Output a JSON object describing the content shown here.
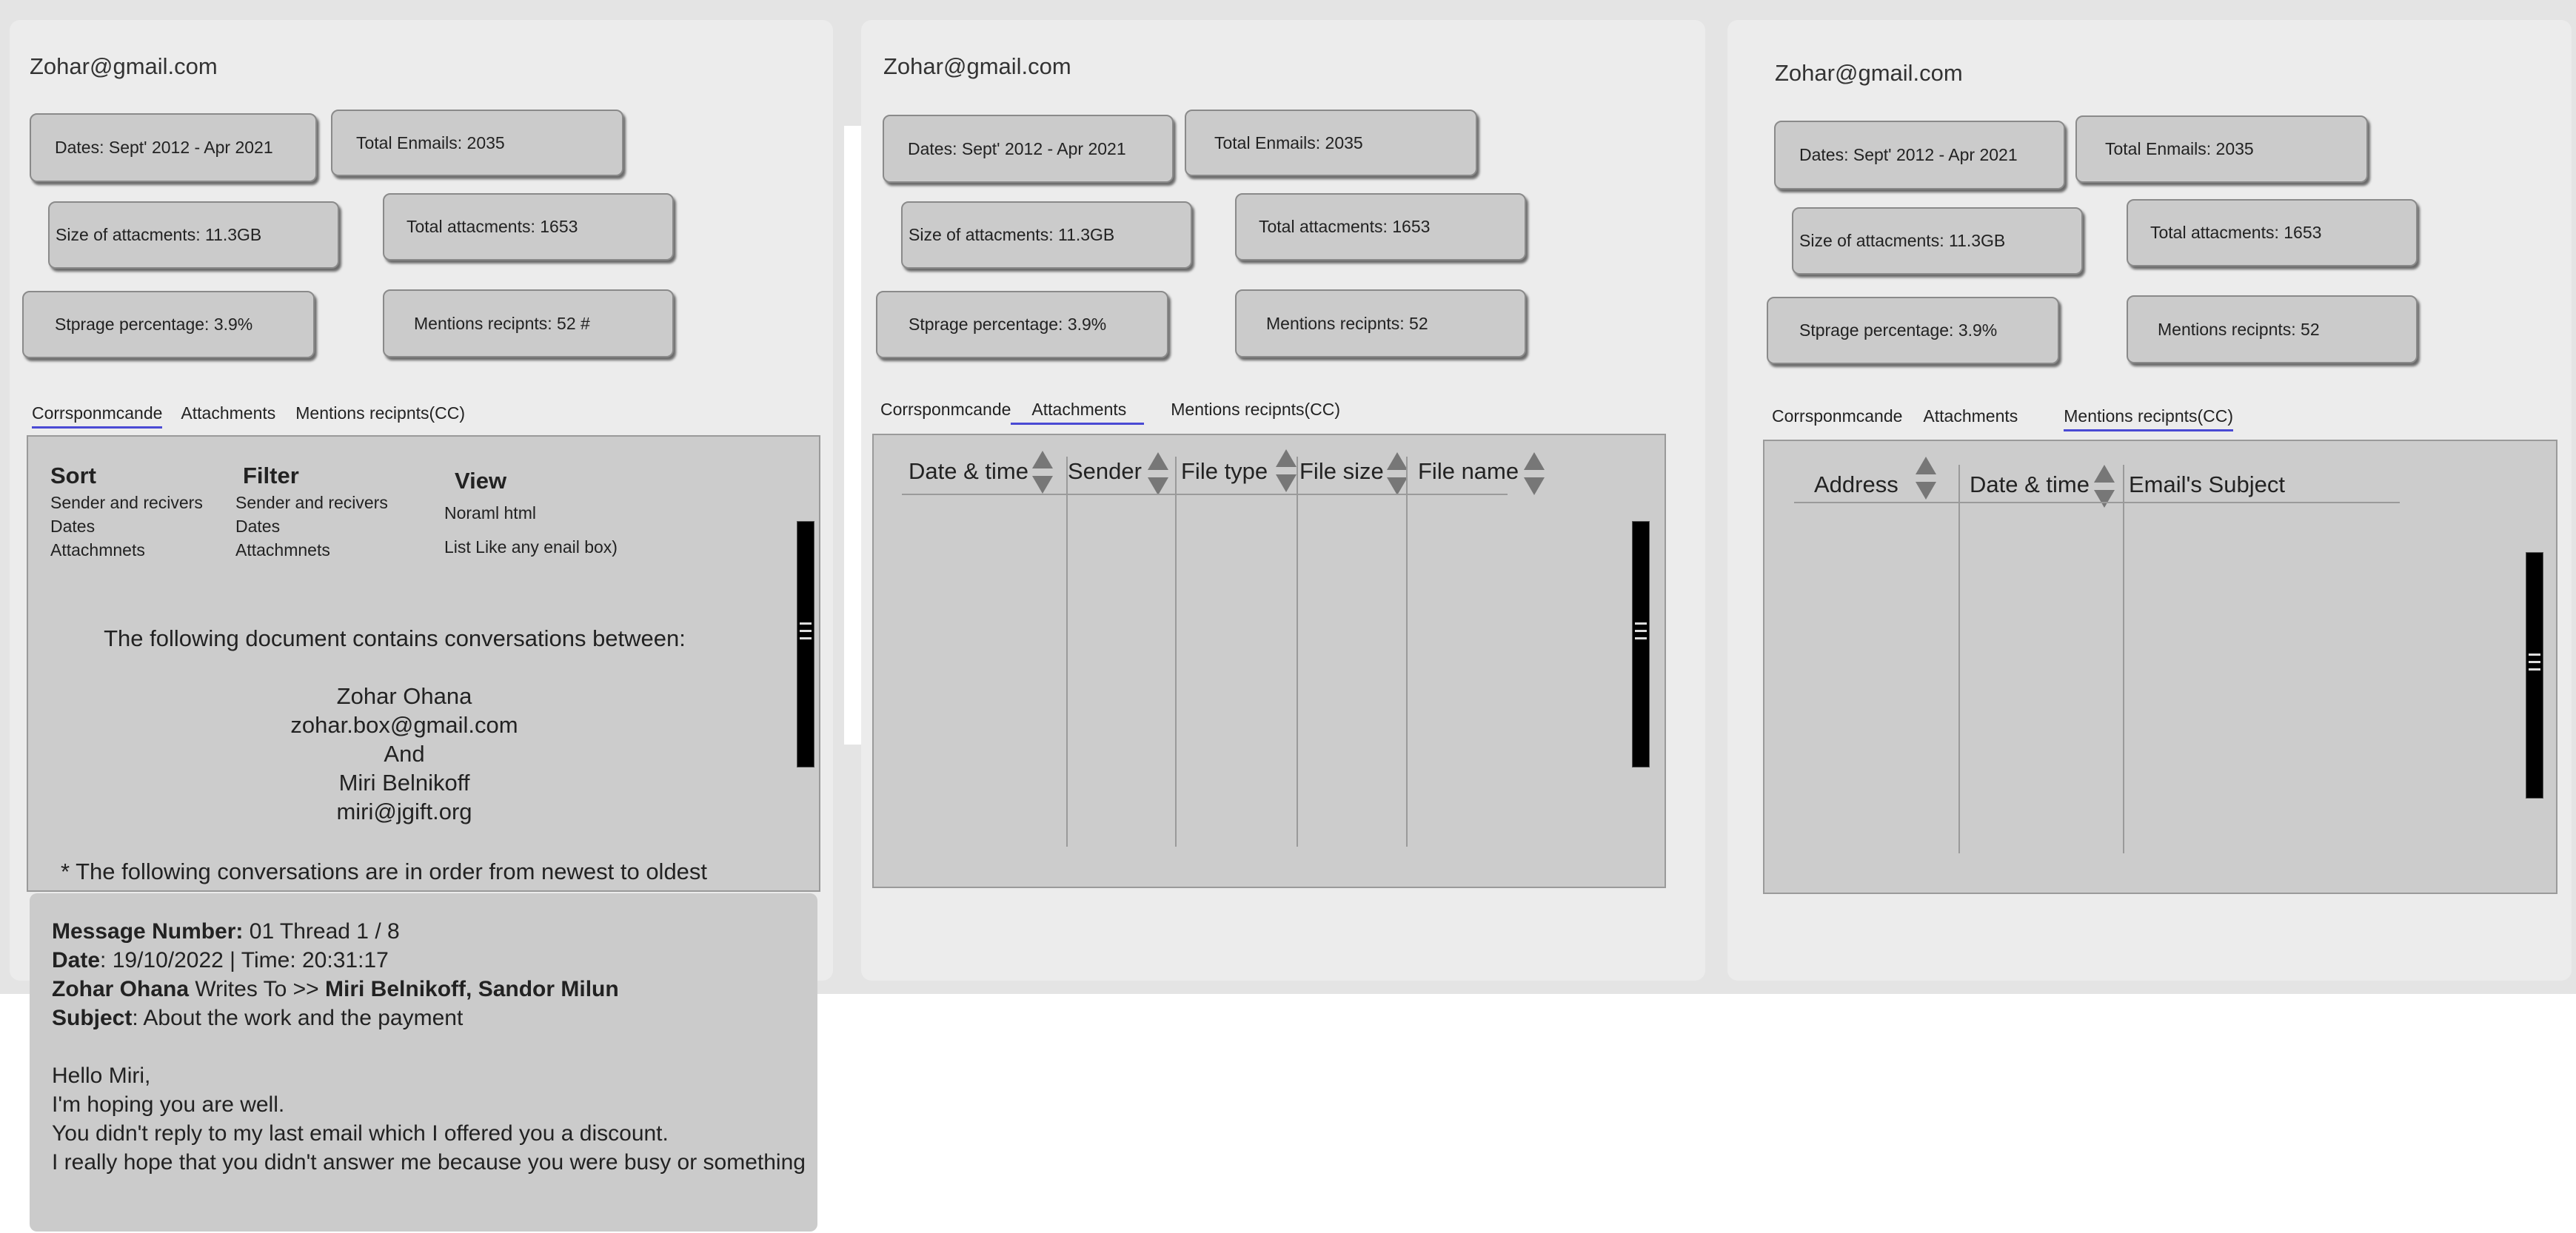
{
  "account_email": "Zohar@gmail.com",
  "stats": {
    "dates": "Dates: Sept' 2012 - Apr 2021",
    "total_emails": "Total Enmails: 2035",
    "attachments_size": "Size of attacments: 11.3GB",
    "total_attachments": "Total attacments: 1653",
    "storage": "Stprage percentage: 3.9%",
    "mentions_p1": "Mentions recipnts: 52 #",
    "mentions": "Mentions recipnts: 52"
  },
  "tabs": {
    "correspondence": "Corrsponmcande",
    "attachments": "Attachments",
    "mentions": "Mentions recipnts(CC)"
  },
  "options": {
    "sort": {
      "title": "Sort",
      "items": [
        "Sender and recivers",
        "Dates",
        "Attachmnets"
      ]
    },
    "filter": {
      "title": "Filter",
      "items": [
        "Sender and recivers",
        "Dates",
        "Attachmnets"
      ]
    },
    "view": {
      "title": "View",
      "items": [
        "Noraml html",
        "List Like any enail box)"
      ]
    }
  },
  "intro": {
    "line1": "The following document contains conversations between:",
    "person1_name": "Zohar Ohana",
    "person1_email": "zohar.box@gmail.com",
    "and": "And",
    "person2_name": "Miri Belnikoff",
    "person2_email": "miri@jgift.org",
    "order_note": "* The following conversations are in order from newest to oldest"
  },
  "message": {
    "number_label": "Message Number:",
    "number_value": " 01 Thread 1 / 8",
    "date_label": "Date",
    "date_value": ": 19/10/2022 | Time: 20:31:17",
    "from": "Zohar Ohana",
    "writes_to": " Writes To >> ",
    "to": "Miri Belnikoff, Sandor Milun",
    "subject_label": "Subject",
    "subject_value": ": About the work and the payment",
    "body": [
      "Hello Miri,",
      "I'm hoping you are well.",
      "You didn't reply to my last email which I offered you a discount.",
      "I really hope that you didn't answer me because you were busy or something"
    ]
  },
  "attachments_table": {
    "columns": [
      "Date & time",
      "Sender",
      "File type",
      "File size",
      "File name"
    ]
  },
  "mentions_table": {
    "columns": [
      "Address",
      "Date & time",
      "Email's Subject"
    ]
  },
  "colors": {
    "active_tab_underline": "#4a4ad4",
    "card_bg": "#cbcbcb",
    "panel_bg": "#ececec"
  }
}
